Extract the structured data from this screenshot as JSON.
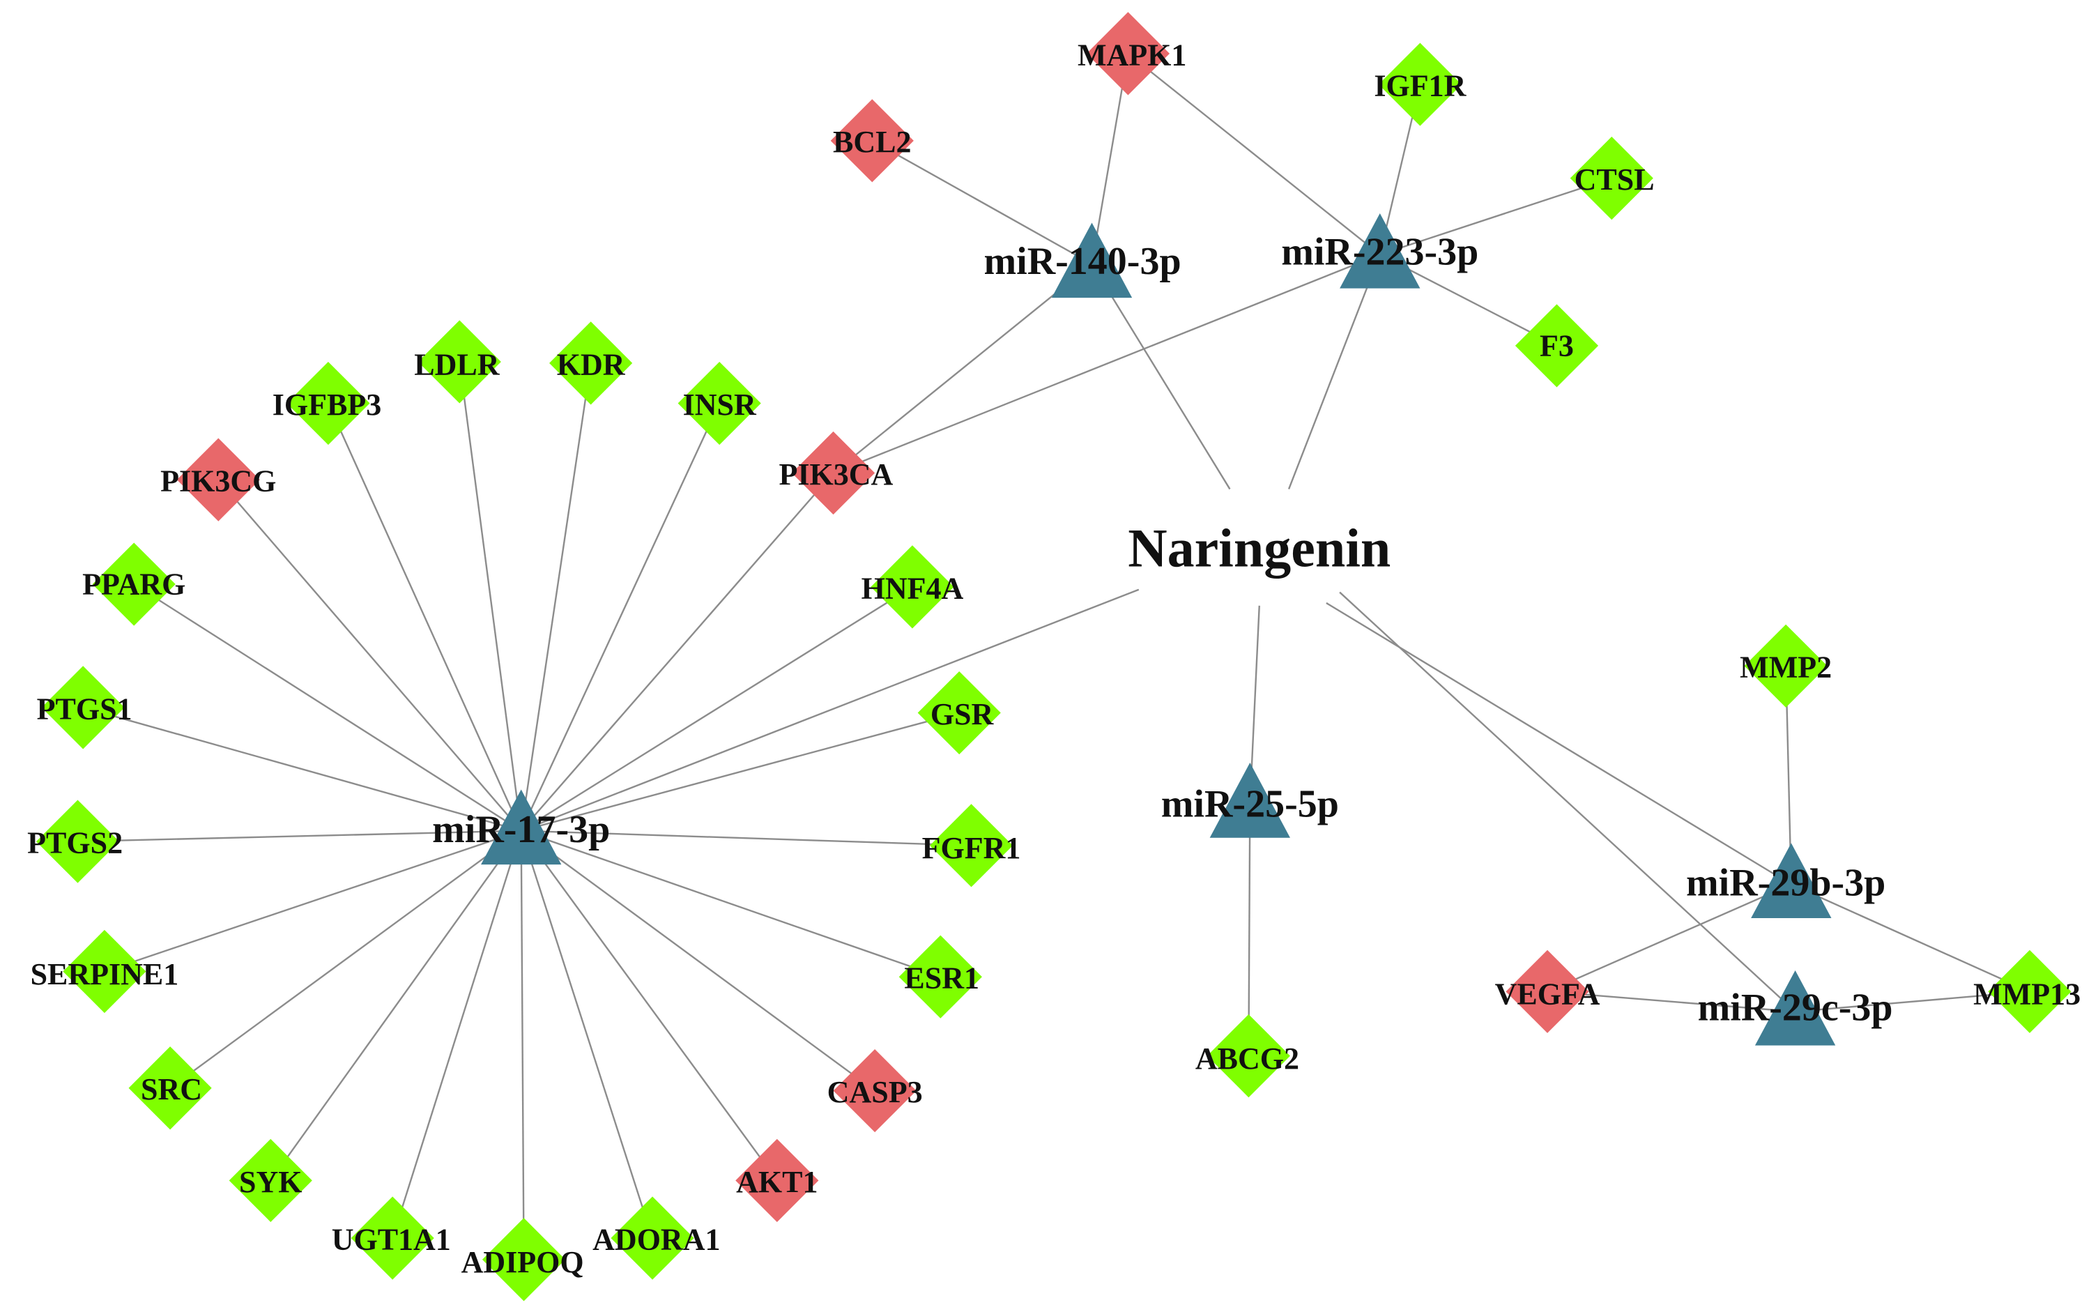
{
  "colors": {
    "edge": "#8c8c8c",
    "green_target": "#7fff00",
    "red_target": "#e8686a",
    "mirna": "#3f7d93"
  },
  "drug": {
    "name": "Naringenin"
  },
  "mirnas": [
    {
      "id": "m140",
      "label": "miR-140-3p"
    },
    {
      "id": "m223",
      "label": "miR-223-3p"
    },
    {
      "id": "m17",
      "label": "miR-17-3p"
    },
    {
      "id": "m25",
      "label": "miR-25-5p"
    },
    {
      "id": "m29b",
      "label": "miR-29b-3p"
    },
    {
      "id": "m29c",
      "label": "miR-29c-3p"
    }
  ],
  "genes": [
    {
      "id": "MAPK1",
      "label": "MAPK1",
      "color": "red"
    },
    {
      "id": "BCL2",
      "label": "BCL2",
      "color": "red"
    },
    {
      "id": "IGF1R",
      "label": "IGF1R",
      "color": "green"
    },
    {
      "id": "CTSL",
      "label": "CTSL",
      "color": "green"
    },
    {
      "id": "F3",
      "label": "F3",
      "color": "green"
    },
    {
      "id": "PIK3CA",
      "label": "PIK3CA",
      "color": "red"
    },
    {
      "id": "LDLR",
      "label": "LDLR",
      "color": "green"
    },
    {
      "id": "KDR",
      "label": "KDR",
      "color": "green"
    },
    {
      "id": "IGFBP3",
      "label": "IGFBP3",
      "color": "green"
    },
    {
      "id": "INSR",
      "label": "INSR",
      "color": "green"
    },
    {
      "id": "PIK3CG",
      "label": "PIK3CG",
      "color": "red"
    },
    {
      "id": "PPARG",
      "label": "PPARG",
      "color": "green"
    },
    {
      "id": "HNF4A",
      "label": "HNF4A",
      "color": "green"
    },
    {
      "id": "PTGS1",
      "label": "PTGS1",
      "color": "green"
    },
    {
      "id": "GSR",
      "label": "GSR",
      "color": "green"
    },
    {
      "id": "PTGS2",
      "label": "PTGS2",
      "color": "green"
    },
    {
      "id": "FGFR1",
      "label": "FGFR1",
      "color": "green"
    },
    {
      "id": "SERPINE1",
      "label": "SERPINE1",
      "color": "green"
    },
    {
      "id": "ESR1",
      "label": "ESR1",
      "color": "green"
    },
    {
      "id": "SRC",
      "label": "SRC",
      "color": "green"
    },
    {
      "id": "CASP3",
      "label": "CASP3",
      "color": "red"
    },
    {
      "id": "SYK",
      "label": "SYK",
      "color": "green"
    },
    {
      "id": "AKT1",
      "label": "AKT1",
      "color": "red"
    },
    {
      "id": "UGT1A1",
      "label": "UGT1A1",
      "color": "green"
    },
    {
      "id": "ADIPOQ",
      "label": "ADIPOQ",
      "color": "green"
    },
    {
      "id": "ADORA1",
      "label": "ADORA1",
      "color": "green"
    },
    {
      "id": "ABCG2",
      "label": "ABCG2",
      "color": "green"
    },
    {
      "id": "MMP2",
      "label": "MMP2",
      "color": "green"
    },
    {
      "id": "VEGFA",
      "label": "VEGFA",
      "color": "red"
    },
    {
      "id": "MMP13",
      "label": "MMP13",
      "color": "green"
    }
  ],
  "edges": [
    [
      "drug",
      "m140"
    ],
    [
      "drug",
      "m223"
    ],
    [
      "drug",
      "m17"
    ],
    [
      "drug",
      "m25"
    ],
    [
      "drug",
      "m29b"
    ],
    [
      "drug",
      "m29c"
    ],
    [
      "m140",
      "MAPK1"
    ],
    [
      "m140",
      "BCL2"
    ],
    [
      "m140",
      "PIK3CA"
    ],
    [
      "m223",
      "MAPK1"
    ],
    [
      "m223",
      "IGF1R"
    ],
    [
      "m223",
      "CTSL"
    ],
    [
      "m223",
      "F3"
    ],
    [
      "m223",
      "PIK3CA"
    ],
    [
      "m17",
      "PIK3CA"
    ],
    [
      "m17",
      "LDLR"
    ],
    [
      "m17",
      "KDR"
    ],
    [
      "m17",
      "IGFBP3"
    ],
    [
      "m17",
      "INSR"
    ],
    [
      "m17",
      "PIK3CG"
    ],
    [
      "m17",
      "PPARG"
    ],
    [
      "m17",
      "HNF4A"
    ],
    [
      "m17",
      "PTGS1"
    ],
    [
      "m17",
      "GSR"
    ],
    [
      "m17",
      "PTGS2"
    ],
    [
      "m17",
      "FGFR1"
    ],
    [
      "m17",
      "SERPINE1"
    ],
    [
      "m17",
      "ESR1"
    ],
    [
      "m17",
      "SRC"
    ],
    [
      "m17",
      "CASP3"
    ],
    [
      "m17",
      "SYK"
    ],
    [
      "m17",
      "AKT1"
    ],
    [
      "m17",
      "UGT1A1"
    ],
    [
      "m17",
      "ADIPOQ"
    ],
    [
      "m17",
      "ADORA1"
    ],
    [
      "m25",
      "ABCG2"
    ],
    [
      "m29b",
      "MMP2"
    ],
    [
      "m29b",
      "VEGFA"
    ],
    [
      "m29b",
      "MMP13"
    ],
    [
      "m29c",
      "VEGFA"
    ],
    [
      "m29c",
      "MMP13"
    ]
  ]
}
